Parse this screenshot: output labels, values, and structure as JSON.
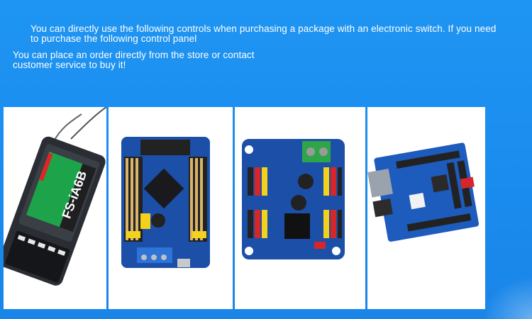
{
  "notice": {
    "line1": "You can directly use the following controls when purchasing a package with an electronic switch. If you need to purchase the following control panel",
    "line2": "You can place an order directly from the store or contact customer service to buy it!"
  },
  "products": [
    {
      "name": "receiver",
      "label_text": "FS-iA6B",
      "icon": "rc-receiver-icon"
    },
    {
      "name": "servo-controller-blue",
      "icon": "servo-board-icon"
    },
    {
      "name": "servo-driver-board",
      "icon": "servo-driver-icon"
    },
    {
      "name": "sensor-shield",
      "icon": "shield-board-icon"
    }
  ],
  "colors": {
    "background": "#1f95f2",
    "panel": "#ffffff",
    "pcb_blue": "#1b4fa8",
    "header_red": "#d6262a",
    "header_yellow": "#f2d21c"
  }
}
